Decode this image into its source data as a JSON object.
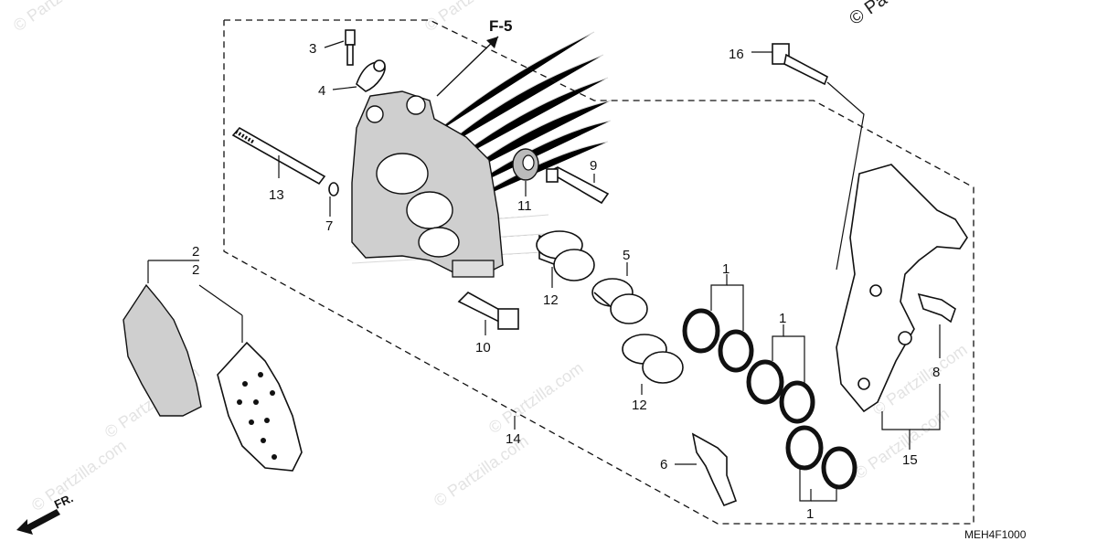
{
  "watermark": {
    "text": "© Partzilla.com",
    "corner_text": "© Pa"
  },
  "reference": {
    "label": "F-5"
  },
  "forward_label": "FR.",
  "diagram_code": "MEH4F1000",
  "callouts": {
    "c1a": "1",
    "c1b": "1",
    "c1c": "1",
    "c2a": "2",
    "c2b": "2",
    "c3": "3",
    "c4": "4",
    "c5": "5",
    "c6": "6",
    "c7": "7",
    "c8": "8",
    "c9": "9",
    "c10": "10",
    "c11": "11",
    "c12a": "12",
    "c12b": "12",
    "c13": "13",
    "c14": "14",
    "c15": "15",
    "c16": "16"
  }
}
